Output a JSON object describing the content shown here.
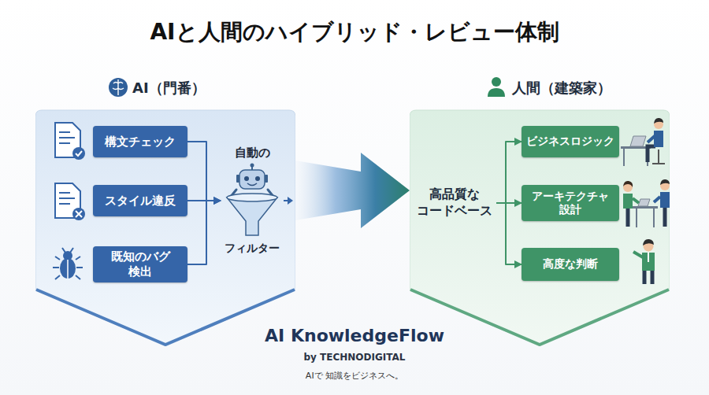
{
  "diagram": {
    "title": "AIと人間のハイブリッド・レビュー体制",
    "nodes": [
      {
        "text": [
          "AI（門番）"
        ]
      },
      {
        "text": [
          "構文チェック"
        ],
        "in": 0
      },
      {
        "text": [
          "スタイル違反"
        ],
        "in": 0
      },
      {
        "text": [
          "既知のバグ 検出"
        ],
        "in": 0
      },
      {
        "text": [
          "自動の",
          "フィルター"
        ],
        "in": 0
      },
      {
        "text": [
          "人間（建築家）"
        ]
      },
      {
        "text": [
          "高品質な コードベース"
        ],
        "in": 5
      },
      {
        "text": [
          "ビジネスロジック"
        ],
        "in": 5
      },
      {
        "text": [
          "アーキテクチャ 設計"
        ],
        "in": 5
      },
      {
        "text": [
          "高度な判断"
        ],
        "in": 5
      }
    ],
    "edges": [
      {
        "from": 1,
        "to": 4,
        "arrow": "to"
      },
      {
        "from": 2,
        "to": 4,
        "arrow": "to"
      },
      {
        "from": 3,
        "to": 4,
        "arrow": "to"
      },
      {
        "from": 0,
        "to": 5,
        "arrow": "to"
      },
      {
        "from": 6,
        "to": 7,
        "arrow": "to"
      },
      {
        "from": 6,
        "to": 8,
        "arrow": "to"
      },
      {
        "from": 6,
        "to": 9,
        "arrow": "to"
      }
    ],
    "labels": [
      "AI KnowledgeFlow",
      "by TECHNODIGITAL",
      "AIで 知識をビジネスへ。"
    ]
  }
}
